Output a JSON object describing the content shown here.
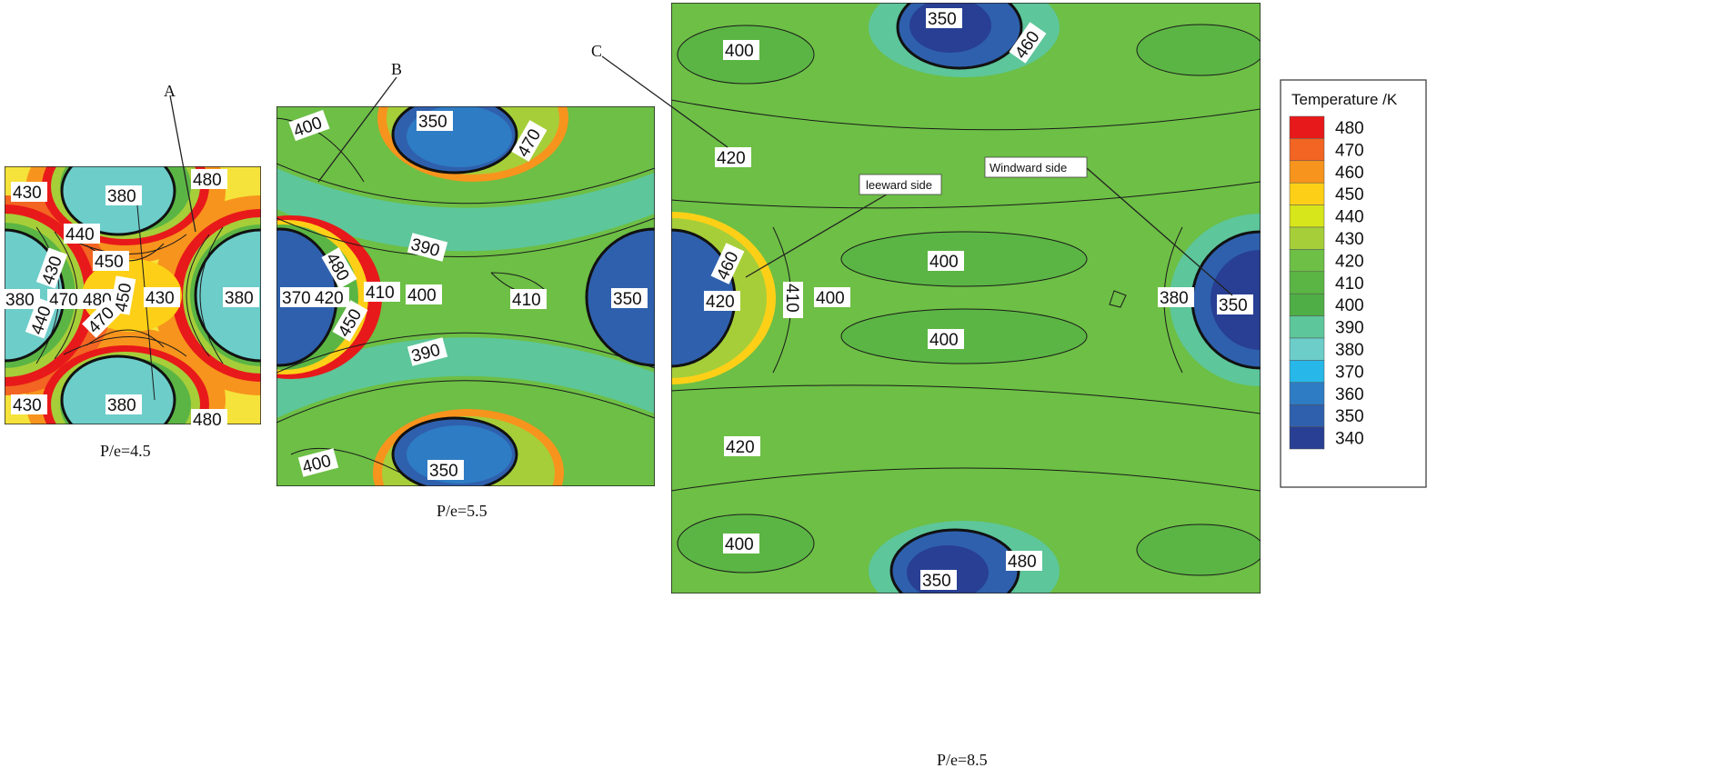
{
  "panels": [
    {
      "caption": "P/e=4.5",
      "letter": "A",
      "labels": [
        "430",
        "380",
        "480",
        "440",
        "430",
        "450",
        "380",
        "470",
        "480",
        "450",
        "430",
        "380",
        "440",
        "470",
        "430",
        "380",
        "480"
      ]
    },
    {
      "caption": "P/e=5.5",
      "letter": "B",
      "labels": [
        "400",
        "350",
        "470",
        "480",
        "390",
        "370",
        "420",
        "410",
        "400",
        "410",
        "350",
        "450",
        "390",
        "400",
        "350"
      ]
    },
    {
      "caption": "P/e=8.5",
      "letter": "C",
      "labels": [
        "350",
        "460",
        "400",
        "420",
        "400",
        "460",
        "420",
        "410",
        "400",
        "400",
        "380",
        "350",
        "420",
        "400",
        "480",
        "350"
      ],
      "annotations": {
        "leeward": "leeward side",
        "windward": "Windward side"
      }
    }
  ],
  "legend": {
    "title": "Temperature /K",
    "levels": [
      "480",
      "470",
      "460",
      "450",
      "440",
      "430",
      "420",
      "410",
      "400",
      "390",
      "380",
      "370",
      "360",
      "350",
      "340"
    ],
    "colors": [
      "#e8191a",
      "#f26522",
      "#f7941d",
      "#fdd017",
      "#d7e51b",
      "#a6ce39",
      "#6dbf45",
      "#5bb544",
      "#4fae45",
      "#5dc69a",
      "#6dcdc9",
      "#27b7e8",
      "#2e7cc4",
      "#2f60ad",
      "#283f93"
    ]
  }
}
